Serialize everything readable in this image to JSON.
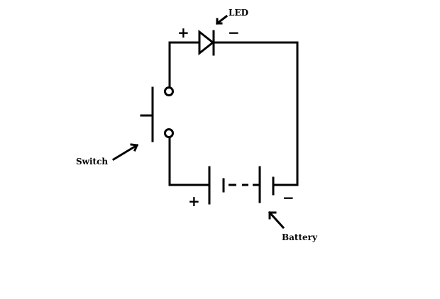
{
  "labels": {
    "led": "LED",
    "switch": "Switch",
    "battery": "Battery",
    "led_plus": "+",
    "led_minus": "−",
    "battery_plus": "+",
    "battery_minus": "−"
  },
  "colors": {
    "stroke": "#000000",
    "background": "#ffffff"
  }
}
